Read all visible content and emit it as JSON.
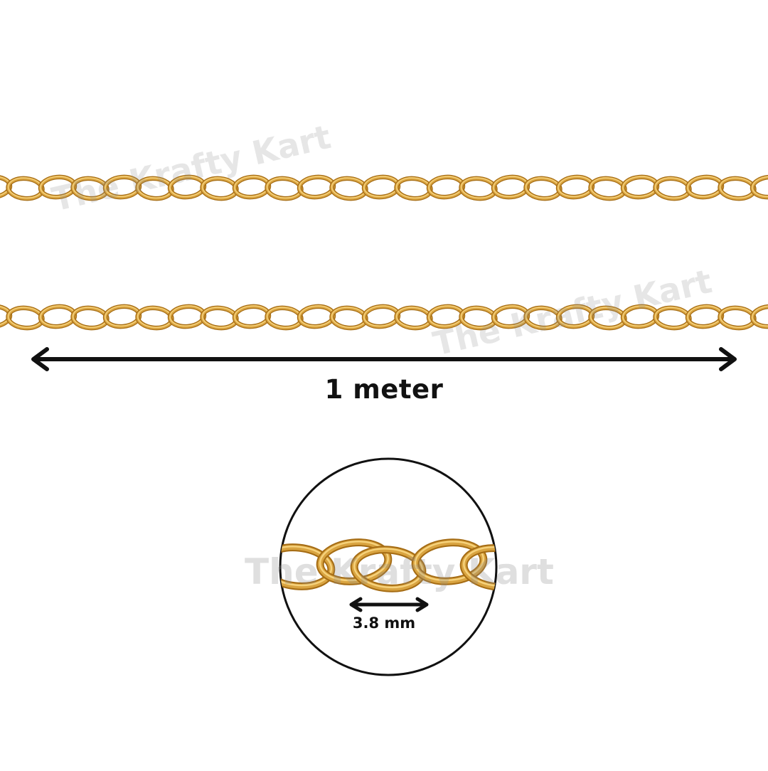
{
  "product_image": {
    "colors": {
      "gold": "#d9a441",
      "gold_dark": "#a66d15",
      "gold_light": "#f6d27c",
      "ink": "#111111",
      "background": "#ffffff"
    },
    "length_label": "1 meter",
    "link_size_label": "3.8 mm",
    "watermark_text": "The Krafty Kart",
    "icons": [
      "double-arrow-icon",
      "magnifier-circle"
    ]
  }
}
